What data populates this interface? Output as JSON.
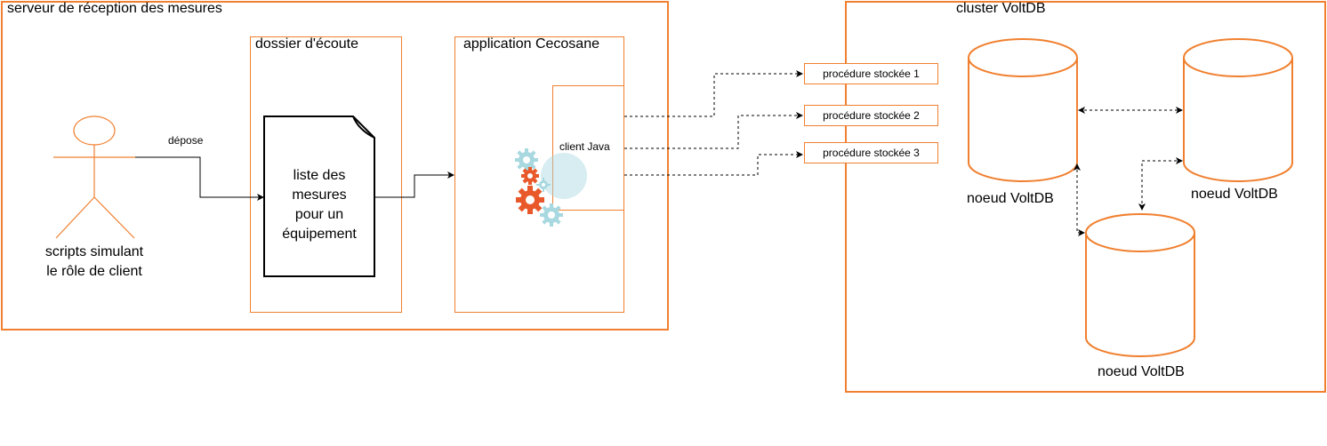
{
  "server": {
    "title": "serveur de réception des mesures"
  },
  "actor": {
    "line1": "scripts simulant",
    "line2": "le rôle de client",
    "edge_label": "dépose"
  },
  "folder": {
    "title": "dossier d'écoute",
    "document": {
      "line1": "liste des",
      "line2": "mesures",
      "line3": "pour un",
      "line4": "équipement"
    }
  },
  "app": {
    "title": "application Cecosane",
    "client": "client Java"
  },
  "procedures": [
    {
      "label": "procédure stockée 1"
    },
    {
      "label": "procédure stockée 2"
    },
    {
      "label": "procédure stockée 3"
    }
  ],
  "cluster": {
    "title": "cluster VoltDB",
    "nodes": [
      {
        "label": "noeud VoltDB"
      },
      {
        "label": "noeud VoltDB"
      },
      {
        "label": "noeud VoltDB"
      }
    ]
  },
  "colors": {
    "accent": "#F08030",
    "gear_red": "#E8582A",
    "gear_blue": "#A8D8E0",
    "line": "#000000"
  }
}
